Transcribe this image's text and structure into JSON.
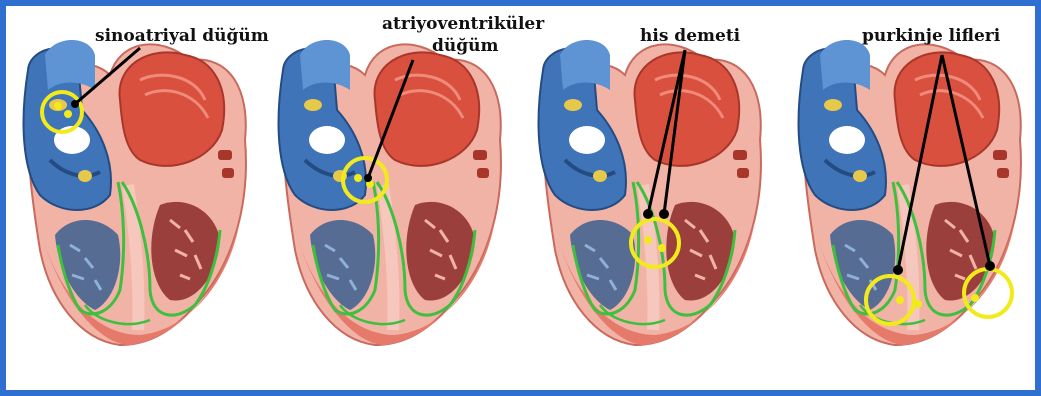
{
  "labels": {
    "sa_node": "sinoatriyal düğüm",
    "av_node_line1": "atriyoventriküler",
    "av_node_line2": "düğüm",
    "his_bundle": "his demeti",
    "purkinje": "purkinje lifleri"
  },
  "colors": {
    "border": "#2f6fd0",
    "highlight_ring": "#f2ea1c",
    "conduction": "#3fbf3f",
    "vein_blue": "#3f74b8",
    "myocardium": "#e67a6a"
  }
}
